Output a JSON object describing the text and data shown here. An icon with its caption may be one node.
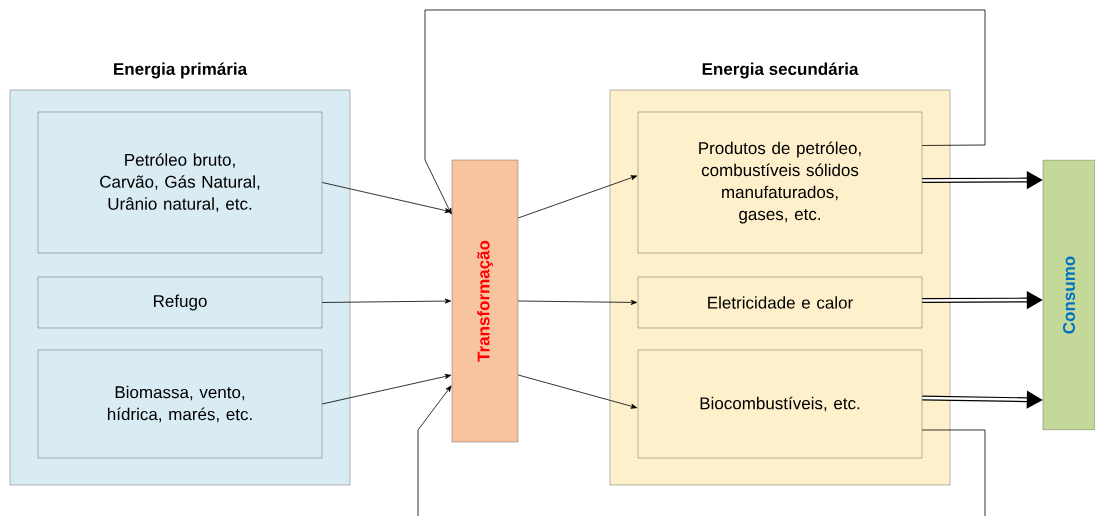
{
  "diagram": {
    "nodes": [
      {
        "text": [
          "Energia primária"
        ]
      },
      {
        "text": [
          "Petróleo bruto, Carvão, Gás Natural, Urânio natural, etc."
        ],
        "in": 0
      },
      {
        "text": [
          "Refugo"
        ],
        "in": 0
      },
      {
        "text": [
          "Biomassa, vento, hídrica, marés, etc."
        ],
        "in": 0
      },
      {
        "text": [
          "Transformação"
        ]
      },
      {
        "text": [
          "Energia secundária"
        ]
      },
      {
        "text": [
          "Produtos de petróleo, combustíveis sólidos manufaturados, gases, etc."
        ],
        "in": 5
      },
      {
        "text": [
          "Eletricidade e calor"
        ],
        "in": 5
      },
      {
        "text": [
          "Biocombustíveis, etc."
        ],
        "in": 5
      },
      {
        "text": [
          "Consumo"
        ]
      }
    ],
    "edges": [
      {
        "from": 1,
        "to": 4,
        "arrow": "to"
      },
      {
        "from": 2,
        "to": 4,
        "arrow": "to"
      },
      {
        "from": 3,
        "to": 4,
        "arrow": "to"
      },
      {
        "from": 4,
        "to": 6,
        "arrow": "to"
      },
      {
        "from": 4,
        "to": 7,
        "arrow": "to"
      },
      {
        "from": 4,
        "to": 8,
        "arrow": "to"
      },
      {
        "from": 6,
        "to": 9,
        "arrow": "to",
        "style": "thick"
      },
      {
        "from": 7,
        "to": 9,
        "arrow": "to",
        "style": "thick"
      },
      {
        "from": 8,
        "to": 9,
        "arrow": "to",
        "style": "thick"
      },
      {
        "from": 6,
        "to": 4,
        "arrow": "to"
      },
      {
        "from": 8,
        "to": 4,
        "arrow": "to"
      }
    ]
  }
}
